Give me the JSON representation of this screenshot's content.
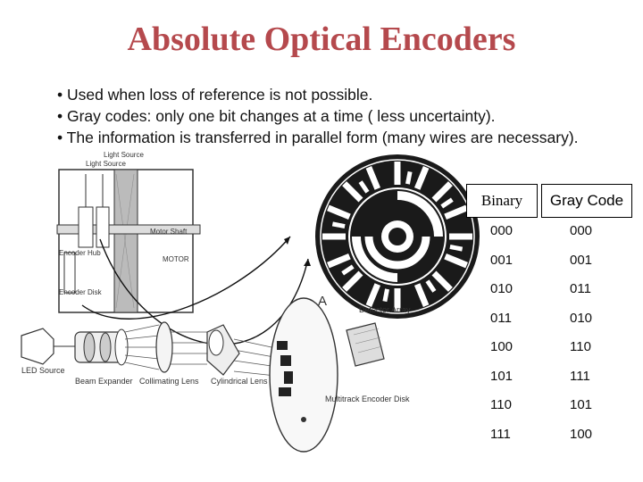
{
  "title": "Absolute Optical Encoders",
  "bullets": [
    "•  Used when loss of reference is not possible.",
    "• Gray codes: only one bit changes at a time ( less uncertainty).",
    "• The information is transferred in parallel form (many wires are necessary)."
  ],
  "diagram_labels": {
    "light_source_1": "Light Source",
    "light_source_2": "Light Source",
    "motor_shaft": "Motor Shaft",
    "motor": "MOTOR",
    "encoder_hub": "Encoder Hub",
    "encoder_disk": "Encoder Disk",
    "letter_a": "A",
    "detector_array": "Detector Array",
    "led_source": "LED Source",
    "beam_expander": "Beam Expander",
    "collimating_lens": "Collimating Lens",
    "cylindrical_lens": "Cylindrical Lens",
    "multitrack_disk": "Multitrack Encoder Disk"
  },
  "table": {
    "headers": [
      "Binary",
      "Gray Code"
    ],
    "rows": [
      [
        "000",
        "000"
      ],
      [
        "001",
        "001"
      ],
      [
        "010",
        "011"
      ],
      [
        "011",
        "010"
      ],
      [
        "100",
        "110"
      ],
      [
        "101",
        "111"
      ],
      [
        "110",
        "101"
      ],
      [
        "111",
        "100"
      ]
    ]
  },
  "colors": {
    "title": "#b5494d",
    "text": "#111111"
  }
}
